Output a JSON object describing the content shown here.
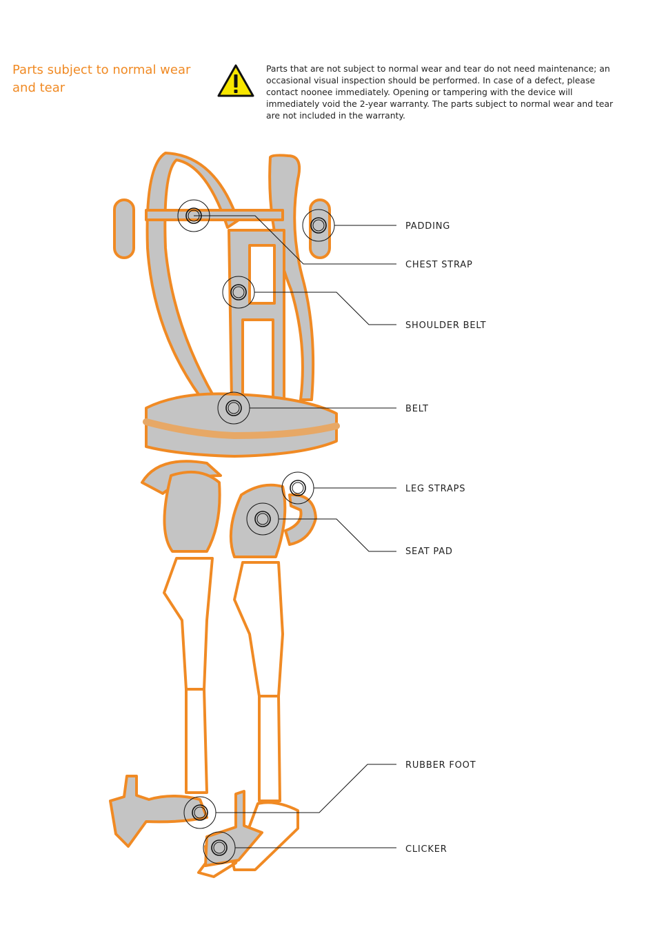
{
  "header": {
    "title": "Parts subject to normal wear and tear",
    "notice": "Parts that are not subject to normal wear and tear do not need maintenance; an occasional visual inspection should be performed. In case of a defect, please contact noonee immediately. Opening or tampering with the device will immediately void the 2-year warranty. The parts subject to normal wear and tear are not included in the warranty."
  },
  "icons": {
    "warning": "warning-triangle-icon"
  },
  "colors": {
    "accent": "#f08a24",
    "part_fill": "#c4c4c4",
    "warning_yellow": "#f7e600"
  },
  "callouts": [
    {
      "label": "PADDING"
    },
    {
      "label": "CHEST STRAP"
    },
    {
      "label": "SHOULDER BELT"
    },
    {
      "label": "BELT"
    },
    {
      "label": "LEG STRAPS"
    },
    {
      "label": "SEAT PAD"
    },
    {
      "label": "RUBBER FOOT"
    },
    {
      "label": "CLICKER"
    }
  ]
}
